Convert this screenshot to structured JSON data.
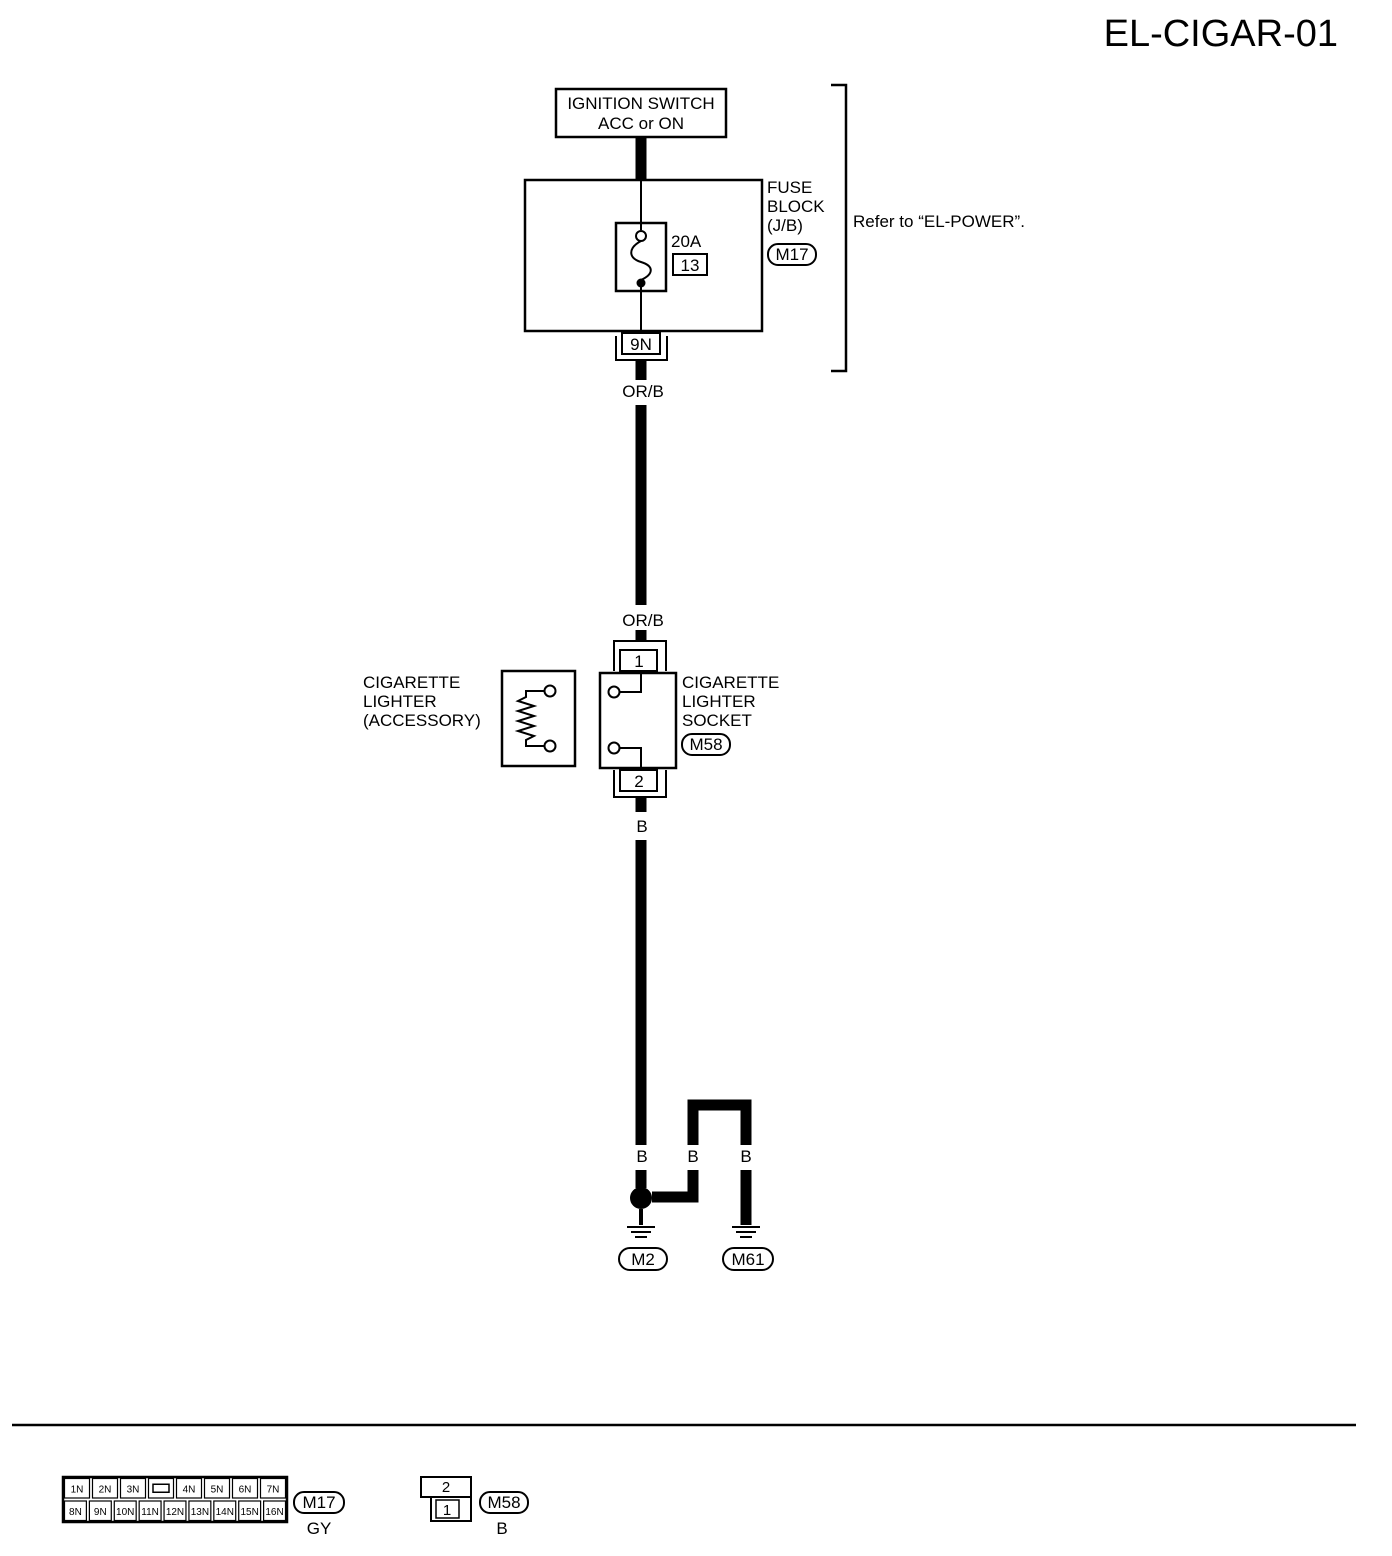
{
  "page_id": "EL-CIGAR-01",
  "ignition": {
    "line1": "IGNITION SWITCH",
    "line2": "ACC or ON"
  },
  "fuse_block": {
    "line1": "FUSE",
    "line2": "BLOCK",
    "line3": "(J/B)",
    "connector": "M17",
    "fuse_rating": "20A",
    "fuse_number": "13",
    "terminal": "9N"
  },
  "refer_note": "Refer to “EL-POWER”.",
  "wires": {
    "power_top": "OR/B",
    "power_bottom": "OR/B",
    "ground_socket": "B",
    "ground_a": "B",
    "ground_b": "B",
    "ground_c": "B"
  },
  "lighter_accessory": {
    "line1": "CIGARETTE",
    "line2": "LIGHTER",
    "line3": "(ACCESSORY)"
  },
  "lighter_socket": {
    "line1": "CIGARETTE",
    "line2": "LIGHTER",
    "line3": "SOCKET",
    "connector": "M58",
    "pin_top": "1",
    "pin_bottom": "2"
  },
  "grounds": [
    "M2",
    "M61"
  ],
  "legend": {
    "m17": {
      "row1": [
        "1N",
        "2N",
        "3N",
        "",
        "4N",
        "5N",
        "6N",
        "7N"
      ],
      "row2": [
        "8N",
        "9N",
        "10N",
        "11N",
        "12N",
        "13N",
        "14N",
        "15N",
        "16N"
      ],
      "connector": "M17",
      "color": "GY"
    },
    "m58": {
      "pin_top": "2",
      "pin_bottom": "1",
      "connector": "M58",
      "color": "B"
    }
  }
}
